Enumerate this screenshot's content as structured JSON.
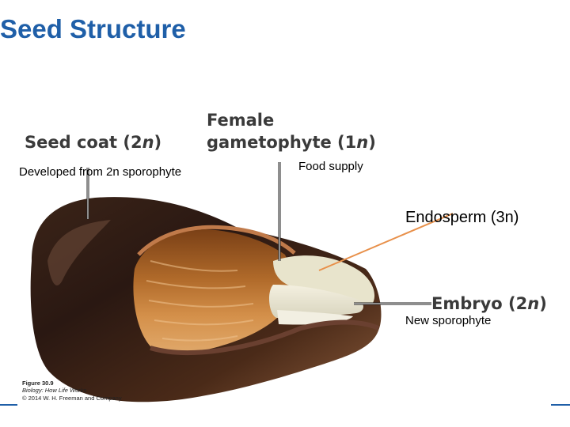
{
  "title": "Seed Structure",
  "labels": {
    "seed_coat": {
      "text": "Seed coat (2",
      "italic": "n",
      "close": ")"
    },
    "seed_coat_desc": "Developed from 2n sporophyte",
    "female_line1": "Female",
    "female_line2": {
      "text": "gametophyte (1",
      "italic": "n",
      "close": ")"
    },
    "female_desc": "Food supply",
    "endosperm": "Endosperm (3n)",
    "embryo": {
      "text": "Embryo (2",
      "italic": "n",
      "close": ")"
    },
    "embryo_desc": "New sporophyte"
  },
  "credit": {
    "figure": "Figure 30.9",
    "book": "Biology: How Life Works",
    "copyright": "© 2014 W. H. Freeman and Company"
  },
  "colors": {
    "title": "#1f5fa8",
    "leader_orange": "#e8904a",
    "leader_dark": "#1e1e1e",
    "accent_line": "#1f5fa8"
  }
}
